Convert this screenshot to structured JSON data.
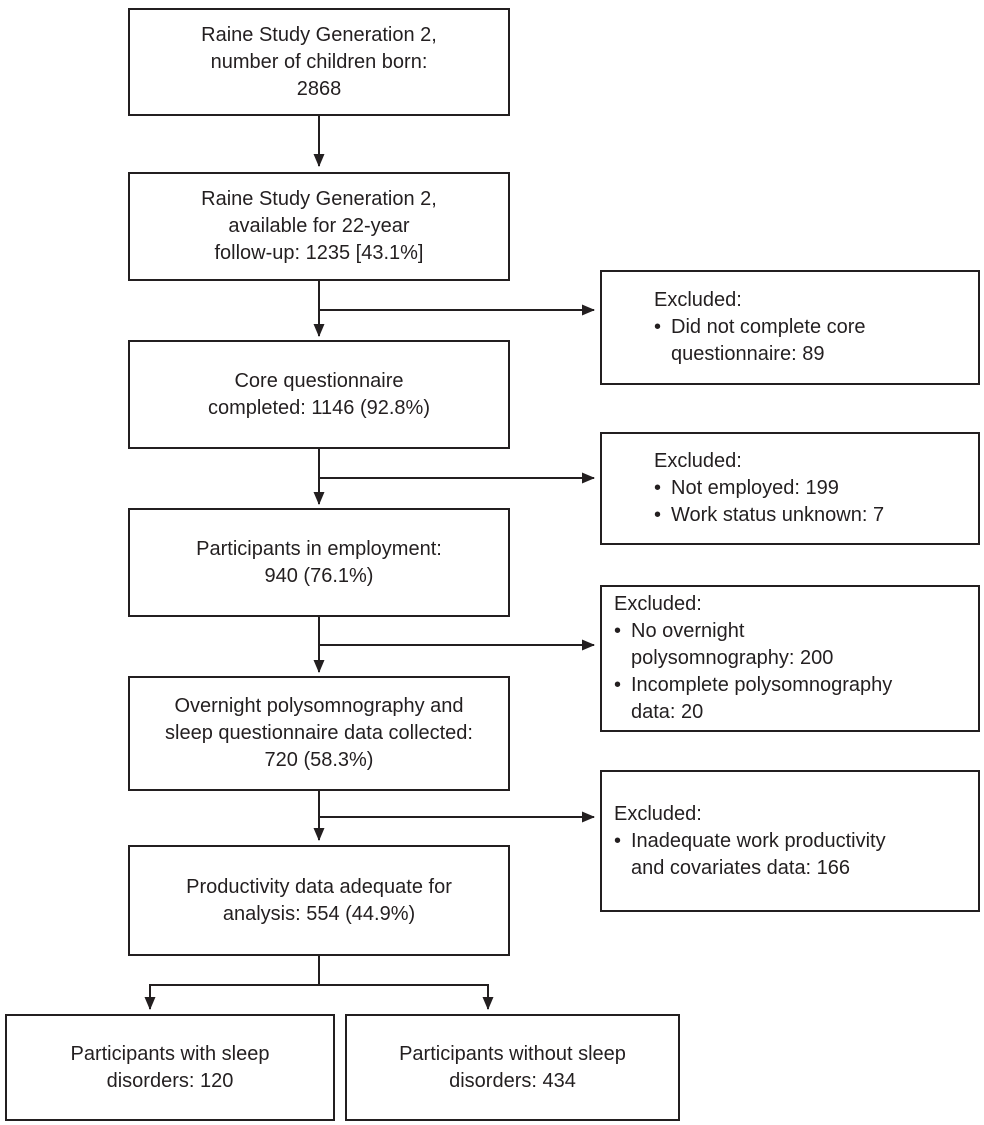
{
  "diagram": {
    "bullet": "•",
    "colors": {
      "ink": "#231f20",
      "background": "#ffffff"
    },
    "main_boxes": [
      {
        "id": "children-born",
        "text": "Raine Study Generation 2,\nnumber of children born:\n2868"
      },
      {
        "id": "followup",
        "text": "Raine Study Generation 2,\navailable for 22-year\nfollow-up: 1235 [43.1%]"
      },
      {
        "id": "core-questionnaire",
        "text": "Core questionnaire\ncompleted: 1146 (92.8%)"
      },
      {
        "id": "employment",
        "text": "Participants in employment:\n940 (76.1%)"
      },
      {
        "id": "polysomnography",
        "text": "Overnight polysomnography and\nsleep questionnaire data collected:\n720 (58.3%)"
      },
      {
        "id": "productivity",
        "text": "Productivity data adequate for\nanalysis: 554 (44.9%)"
      },
      {
        "id": "sleep-disorders",
        "text": "Participants with sleep\ndisorders: 120"
      },
      {
        "id": "no-sleep-disorders",
        "text": "Participants without sleep\ndisorders: 434"
      }
    ],
    "excluded_boxes": [
      {
        "title": "Excluded:",
        "items": [
          "Did not complete core\nquestionnaire: 89"
        ]
      },
      {
        "title": "Excluded:",
        "items": [
          "Not employed: 199",
          "Work status unknown: 7"
        ]
      },
      {
        "title": "Excluded:",
        "items": [
          "No overnight\npolysomnography: 200",
          "Incomplete polysomnography\ndata: 20"
        ]
      },
      {
        "title": "Excluded:",
        "items": [
          "Inadequate work productivity\nand covariates data: 166"
        ]
      }
    ]
  }
}
